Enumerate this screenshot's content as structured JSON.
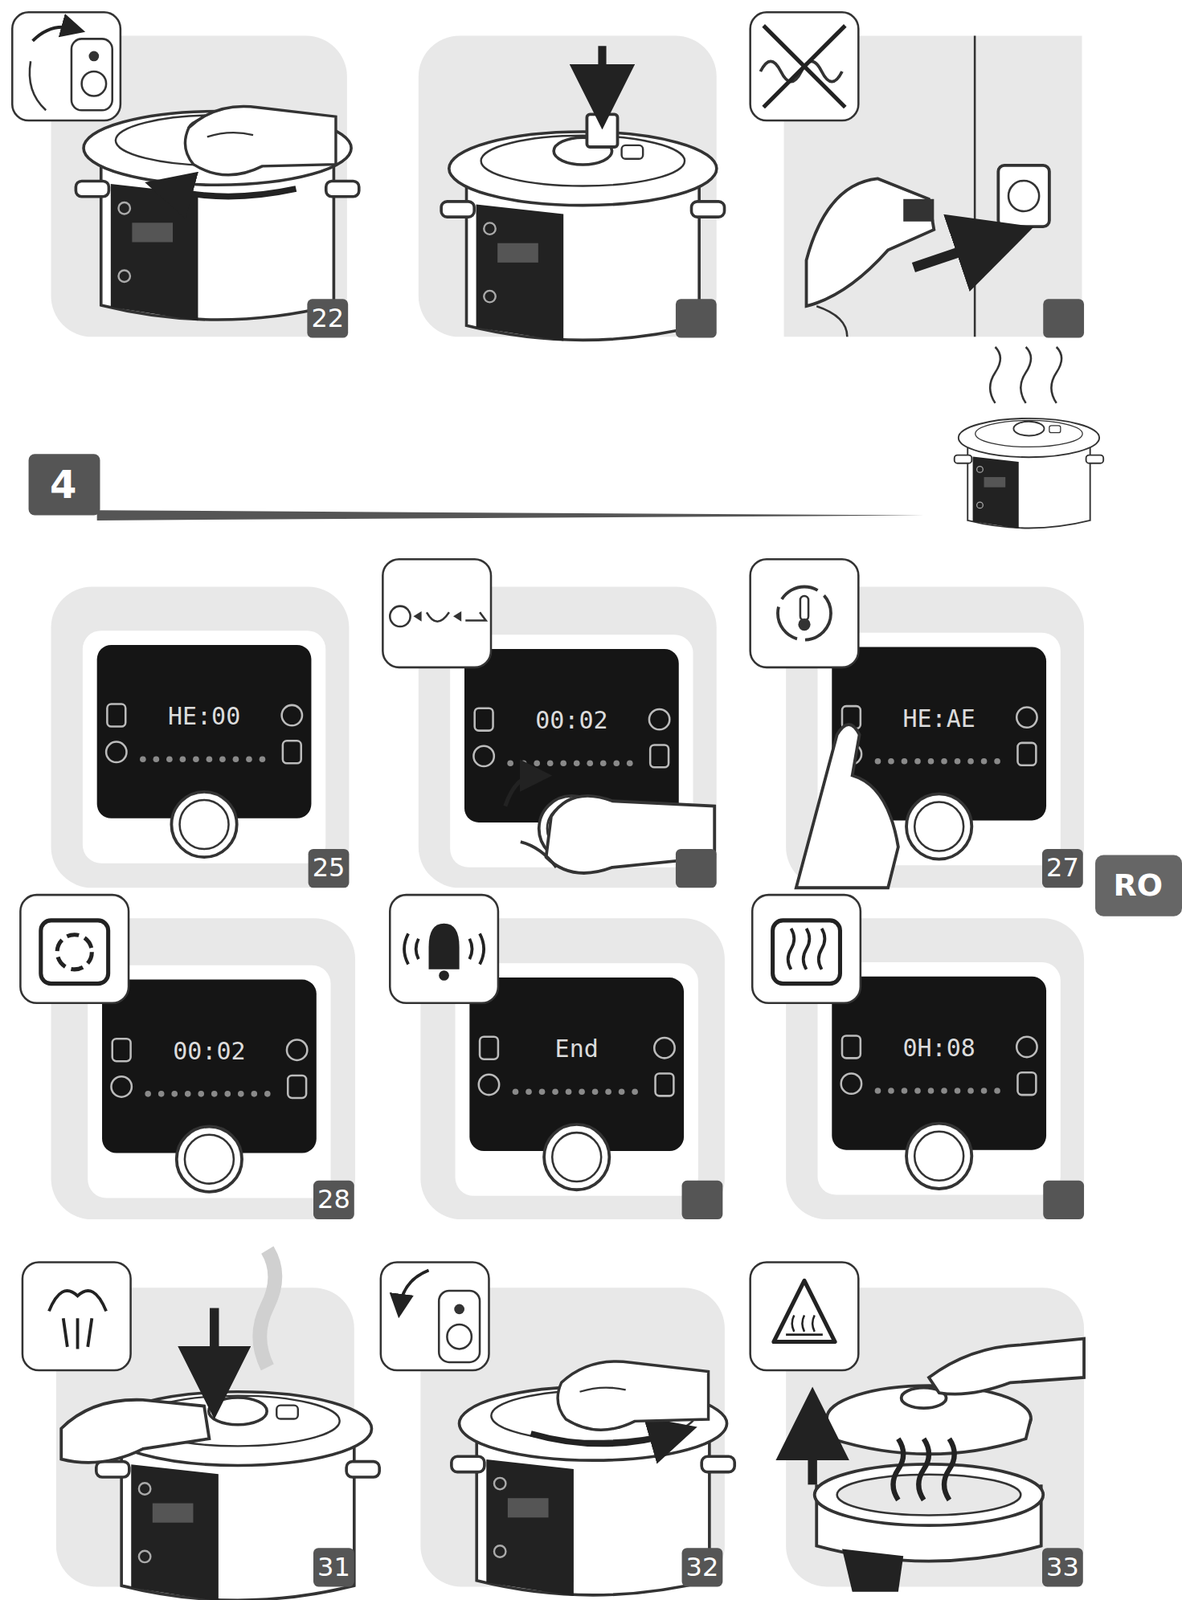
{
  "diagram": {
    "labels": [
      "22",
      "4",
      "HE:00",
      "25",
      "00:02",
      "HE:AE",
      "27",
      "RO",
      "00:02",
      "28",
      "End",
      "0H:08",
      "31",
      "32",
      "33"
    ]
  }
}
